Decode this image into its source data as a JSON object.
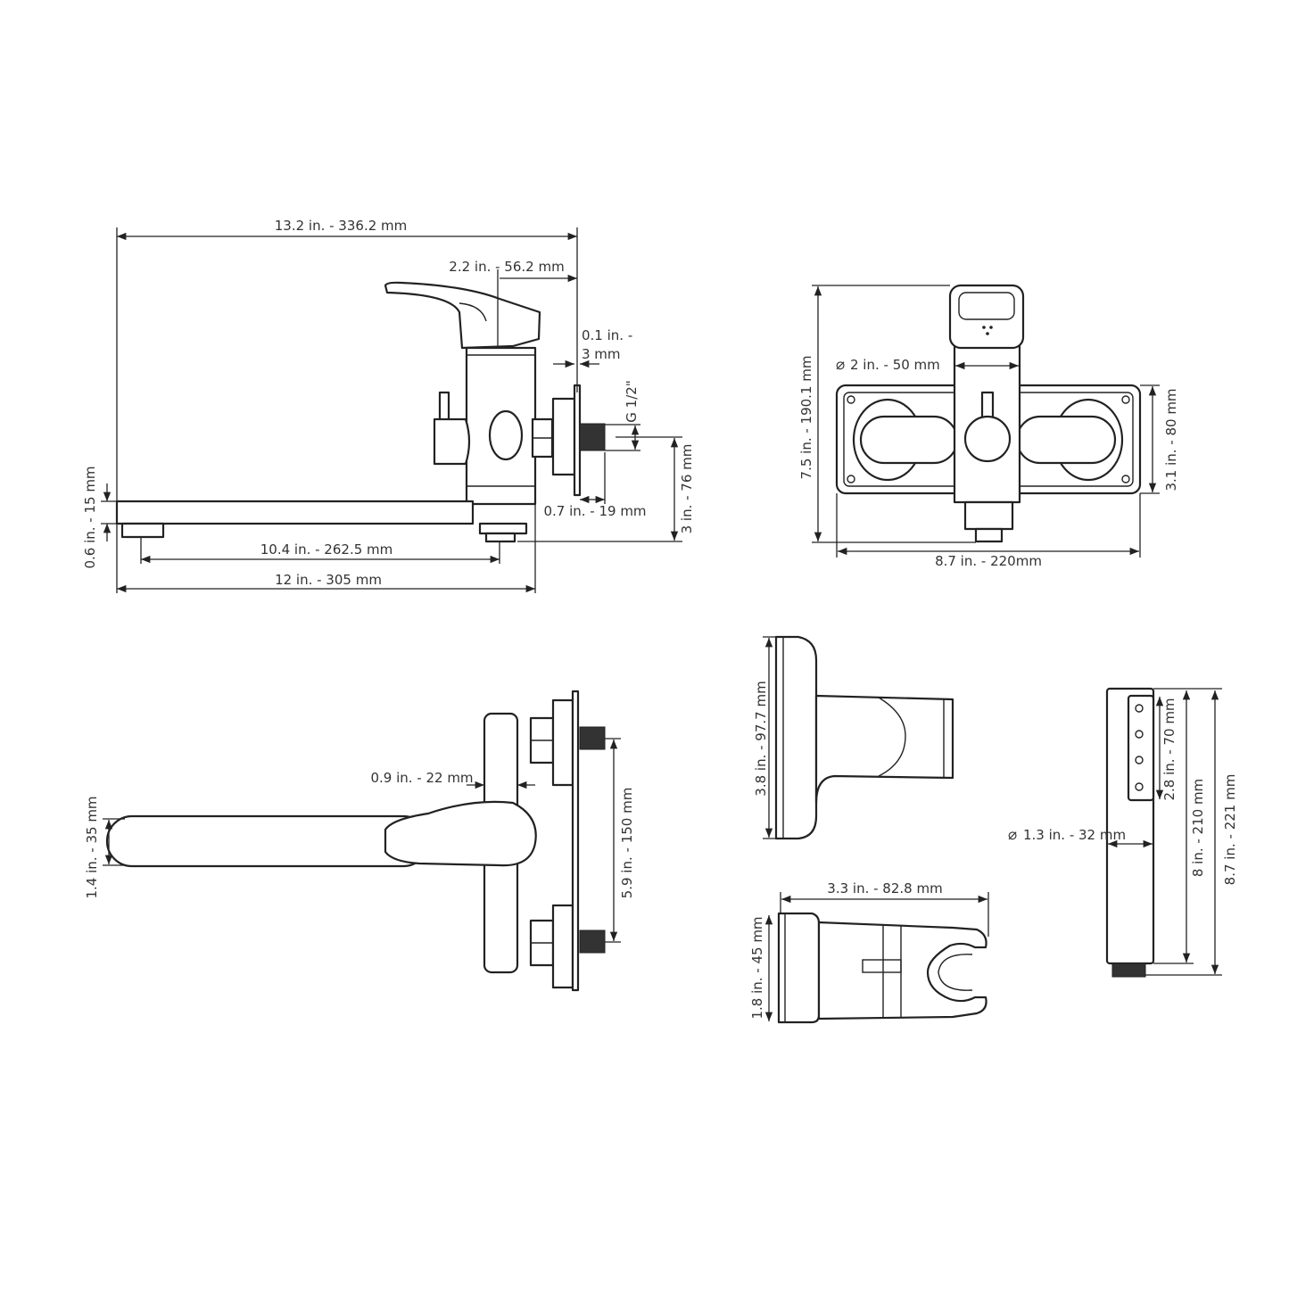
{
  "colors": {
    "line": "#222222",
    "text": "#333333",
    "background": "#ffffff"
  },
  "side_view": {
    "overall_length": "13.2 in. - 336.2 mm",
    "handle_offset": "2.2 in. - 56.2 mm",
    "plate_thickness_line1": "0.1 in. -",
    "plate_thickness_line2": "3 mm",
    "thread": "G 1/2\"",
    "thread_length": "0.7 in. - 19 mm",
    "spout_height": "0.6 in. - 15 mm",
    "spout_reach": "10.4 in. - 262.5 mm",
    "spout_length": "12 in. - 305 mm",
    "outlet_drop": "3 in. - 76 mm"
  },
  "front_view": {
    "diameter": "2 in. - 50 mm",
    "height": "7.5 in. - 190.1 mm",
    "plate_height": "3.1 in. - 80 mm",
    "plate_width": "8.7 in. - 220mm"
  },
  "top_view": {
    "body_width": "0.9 in. - 22 mm",
    "spout_width": "1.4 in. - 35 mm",
    "centers": "5.9 in. - 150 mm"
  },
  "holder": {
    "height": "3.8 in. - 97.7 mm",
    "depth": "3.3 in. - 82.8 mm",
    "width": "1.8 in. - 45 mm"
  },
  "hand_shower": {
    "diameter": "1.3 in. - 32 mm",
    "spray_face": "2.8 in. - 70 mm",
    "body_length": "8 in. - 210 mm",
    "total_length": "8.7 in. - 221 mm"
  }
}
